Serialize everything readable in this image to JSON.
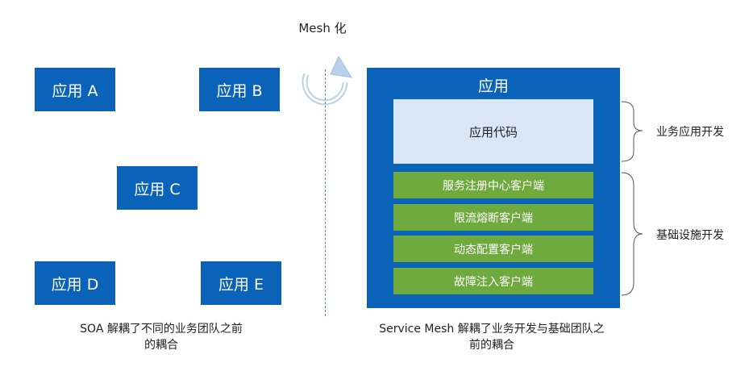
{
  "left": {
    "apps": [
      "应用 A",
      "应用 B",
      "应用 C",
      "应用 D",
      "应用 E"
    ],
    "caption_line1": "SOA 解耦了不同的业务团队之前",
    "caption_line2": "的耦合"
  },
  "center": {
    "title": "Mesh 化"
  },
  "right": {
    "title": "应用",
    "code_label": "应用代码",
    "clients": [
      "服务注册中心客户端",
      "限流熔断客户端",
      "动态配置客户端",
      "故障注入客户端"
    ],
    "brace_business": "业务应用开发",
    "brace_infra": "基础设施开发",
    "caption_line1": "Service Mesh 解耦了业务开发与基础团队之",
    "caption_line2": "前的耦合"
  },
  "colors": {
    "app_blue": "#0a63b8",
    "code_bg": "#d8e6f6",
    "client_green": "#6faa3f"
  }
}
